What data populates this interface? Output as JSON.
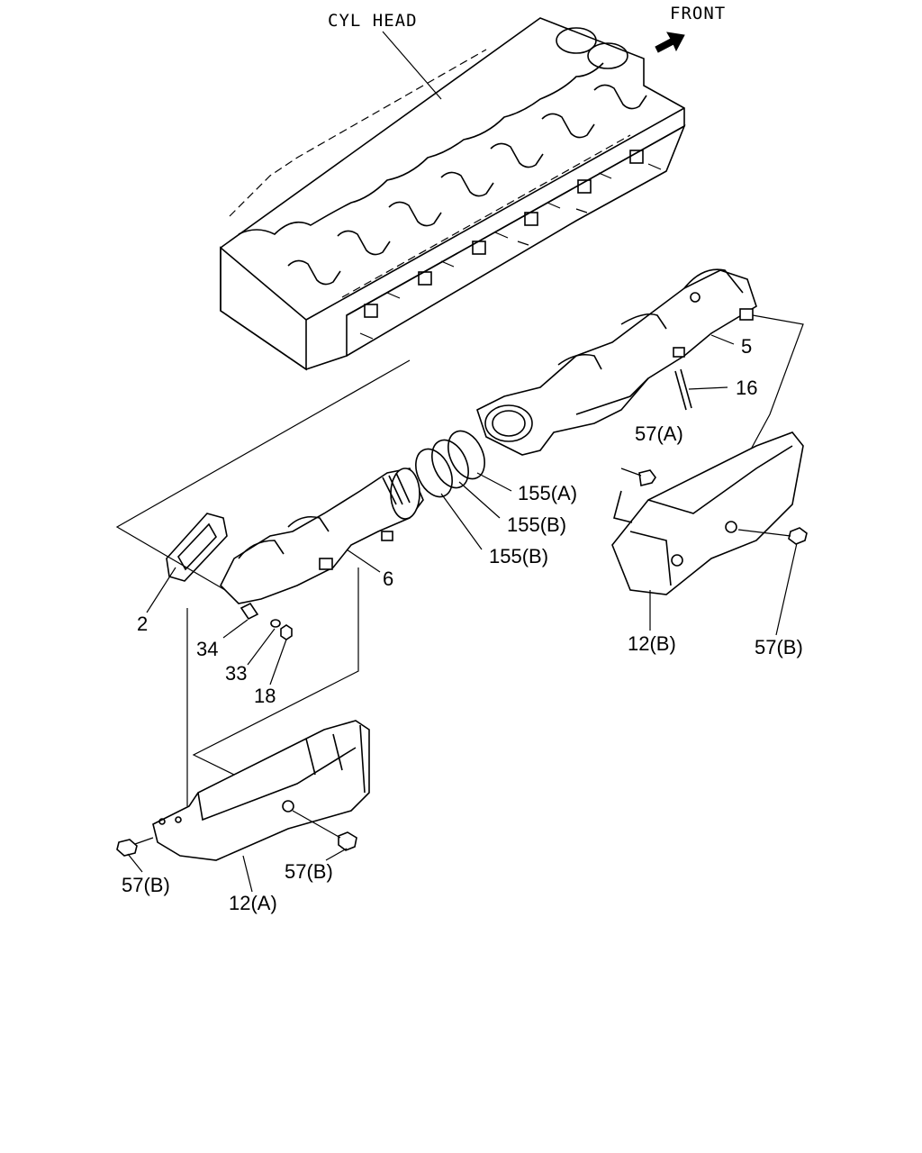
{
  "labels": {
    "cyl_head": "CYL HEAD",
    "front": "FRONT",
    "p5": "5",
    "p16": "16",
    "p57a": "57(A)",
    "p155a": "155(A)",
    "p155b_1": "155(B)",
    "p155b_2": "155(B)",
    "p6": "6",
    "p2": "2",
    "p34": "34",
    "p33": "33",
    "p18": "18",
    "p12b": "12(B)",
    "p57b_right": "57(B)",
    "p57b_left": "57(B)",
    "p57b_mid": "57(B)",
    "p12a": "12(A)"
  },
  "icons": [
    "front-arrow-icon"
  ]
}
